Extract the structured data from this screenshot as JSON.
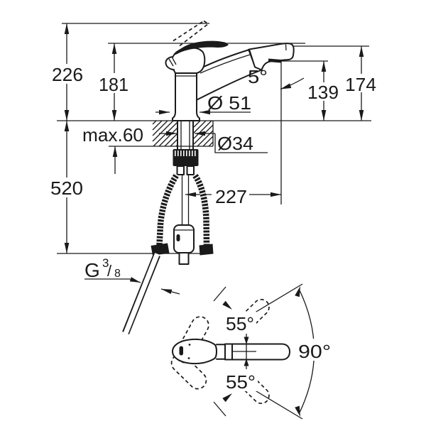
{
  "front_view": {
    "overall_height": "226",
    "height_to_top": "181",
    "max_deck_thickness": "max.60",
    "below_deck_length": "520",
    "base_diameter": "Ø 51",
    "hole_diameter": "Ø34",
    "spout_reach": "227",
    "spray_angle": "5°",
    "outlet_height": "139",
    "spout_top_height": "174",
    "thread": {
      "g": "G",
      "num": "3",
      "slash": "/",
      "den": "8"
    }
  },
  "top_view": {
    "swivel_upper": "55°",
    "swivel_total": "90°",
    "swivel_lower": "55°"
  },
  "colors": {
    "line": "#1a1a1a",
    "background": "#ffffff"
  }
}
